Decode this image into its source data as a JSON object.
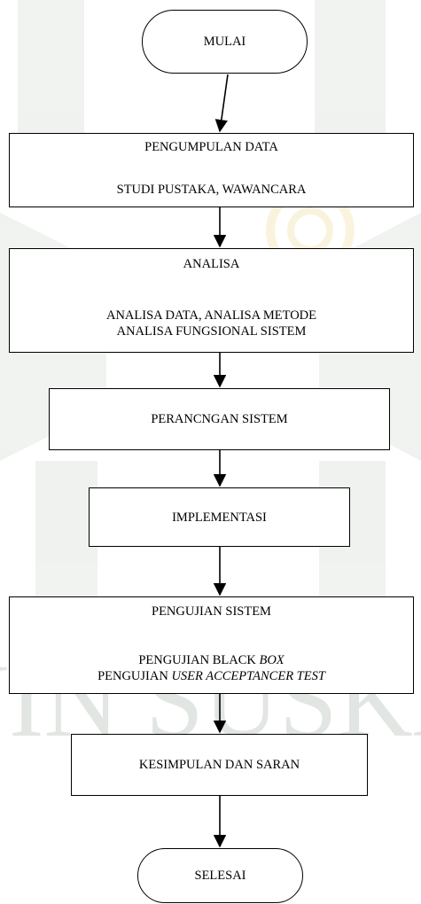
{
  "watermark": {
    "text": "UIN SUSKA",
    "color": "#8ea08e",
    "accent": "#e6c96a"
  },
  "colors": {
    "stroke": "#000000",
    "fill": "#ffffff"
  },
  "flowchart": {
    "start": "MULAI",
    "steps": [
      {
        "title": "PENGUMPULAN DATA",
        "details": [
          "STUDI PUSTAKA, WAWANCARA"
        ]
      },
      {
        "title": "ANALISA",
        "details": [
          "ANALISA DATA, ANALISA METODE",
          "ANALISA FUNGSIONAL SISTEM"
        ]
      },
      {
        "title": "PERANCNGAN SISTEM",
        "details": []
      },
      {
        "title": "IMPLEMENTASI",
        "details": []
      },
      {
        "title": "PENGUJIAN SISTEM",
        "details_rich": [
          [
            {
              "t": "PENGUJIAN BLACK ",
              "i": false
            },
            {
              "t": "BOX",
              "i": true
            }
          ],
          [
            {
              "t": "PENGUJIAN ",
              "i": false
            },
            {
              "t": "USER ACCEPTANCER TEST",
              "i": true
            }
          ]
        ]
      },
      {
        "title": "KESIMPULAN DAN SARAN",
        "details": []
      }
    ],
    "end": "SELESAI"
  }
}
